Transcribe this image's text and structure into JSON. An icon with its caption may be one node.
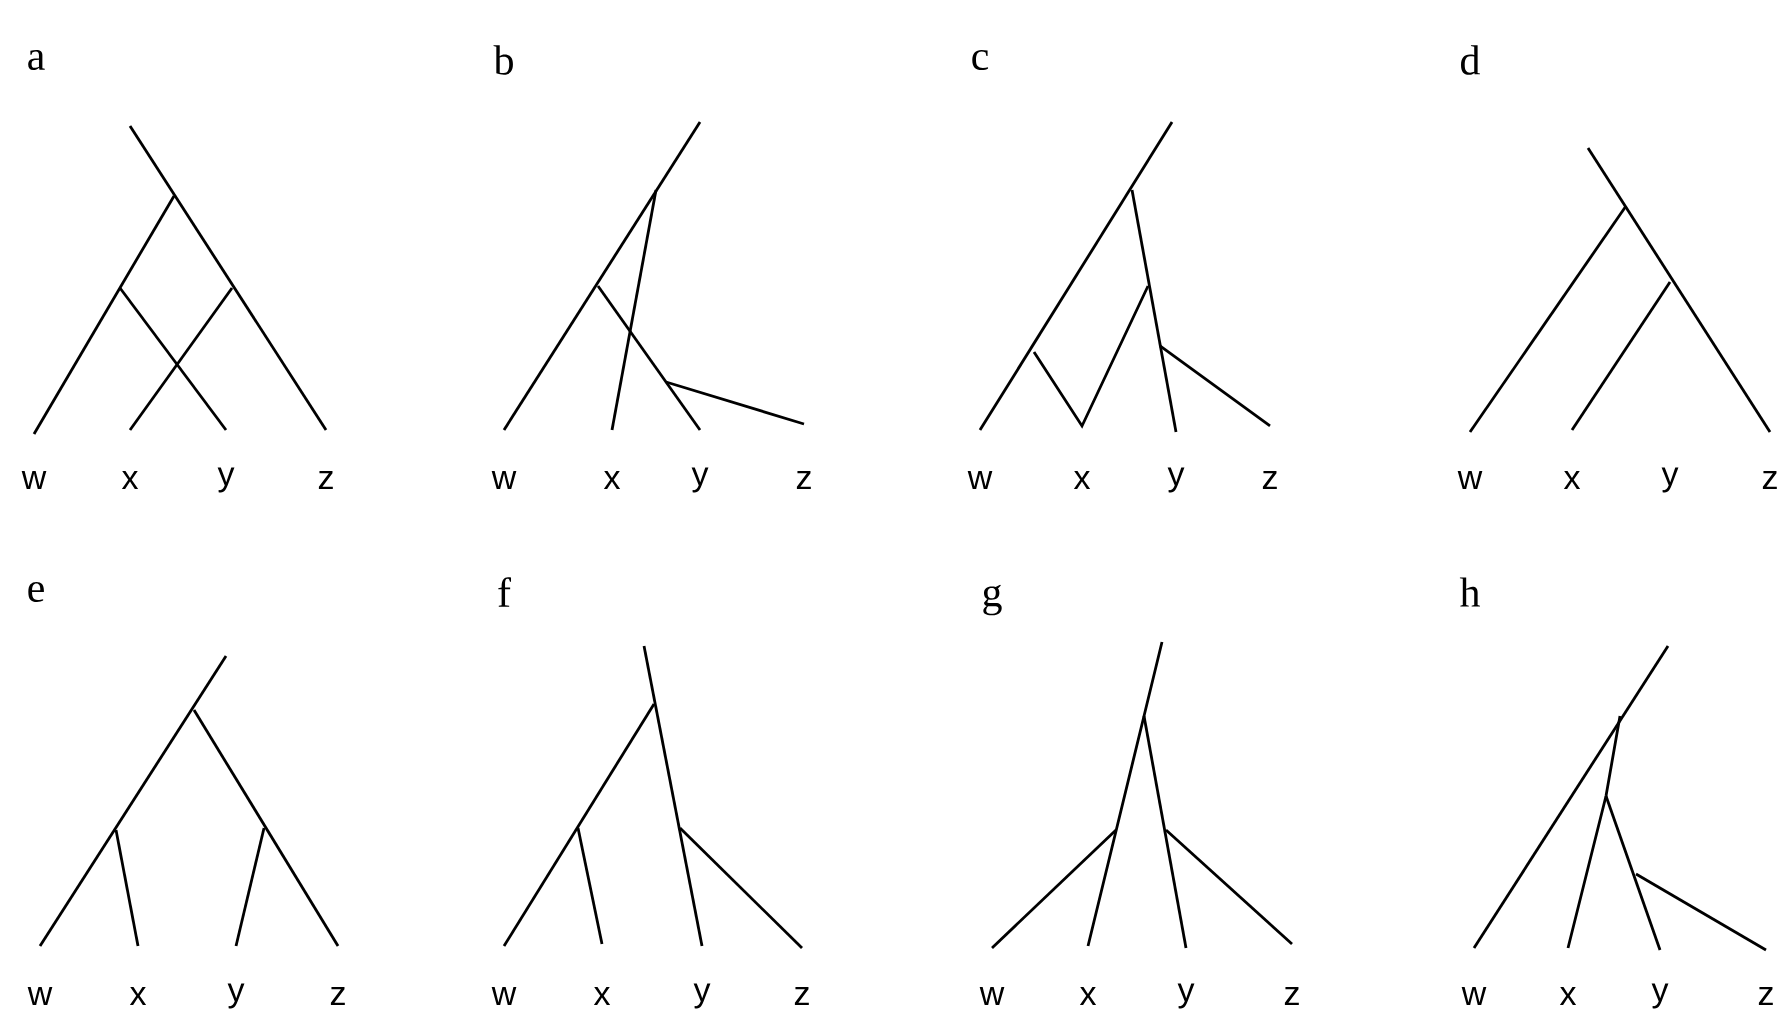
{
  "diagram": {
    "labels": [
      "a",
      "b",
      "c",
      "d",
      "w",
      "x",
      "y",
      "z",
      "w",
      "x",
      "y",
      "z",
      "w",
      "x",
      "y",
      "z",
      "w",
      "x",
      "y",
      "z",
      "e",
      "f",
      "g",
      "h",
      "w",
      "x",
      "y",
      "z",
      "w",
      "x",
      "y",
      "z",
      "w",
      "x",
      "y",
      "z",
      "w",
      "x",
      "y",
      "z"
    ]
  }
}
